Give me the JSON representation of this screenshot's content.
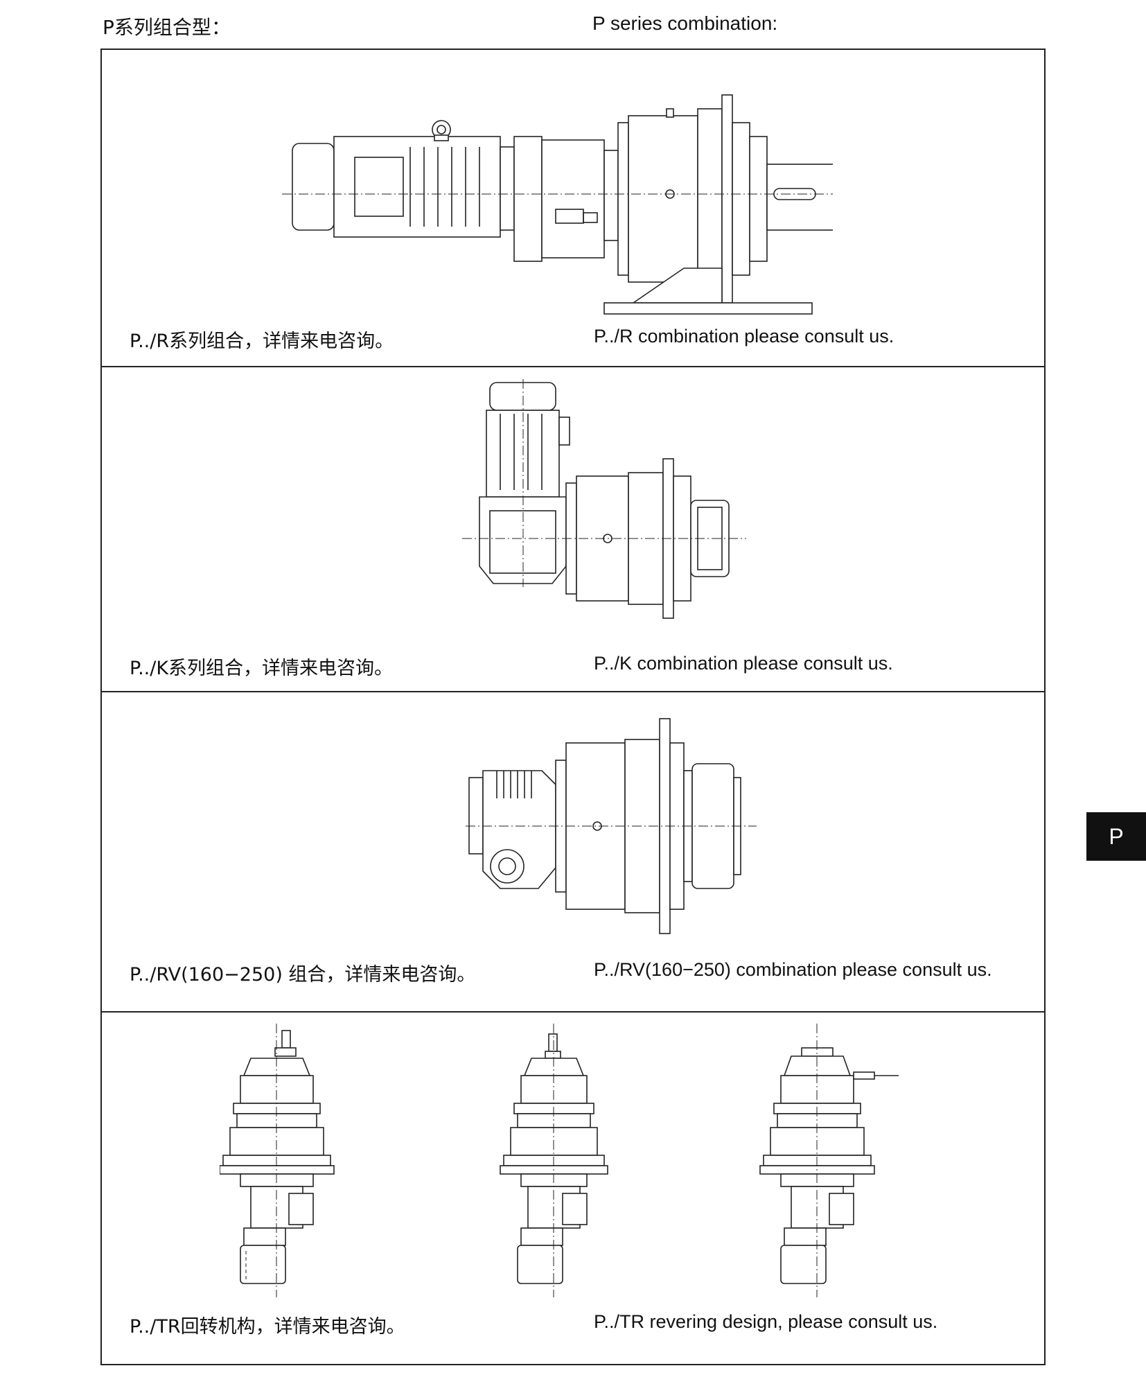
{
  "header": {
    "title_cn": "P系列组合型：",
    "title_en": "P series combination:"
  },
  "sections": [
    {
      "caption_cn": "P../R系列组合，详情来电咨询。",
      "caption_en": "P../R combination please consult us.",
      "drawing_icon": "p-r-gear-motor-drawing"
    },
    {
      "caption_cn": "P../K系列组合，详情来电咨询。",
      "caption_en": "P../K combination please consult us.",
      "drawing_icon": "p-k-gear-motor-drawing"
    },
    {
      "caption_cn": "P../RV(160−250) 组合，详情来电咨询。",
      "caption_en": "P../RV(160−250) combination please consult us.",
      "drawing_icon": "p-rv-gear-drawing"
    },
    {
      "caption_cn": "P../TR回转机构，详情来电咨询。",
      "caption_en": "P../TR revering design, please consult us.",
      "drawing_icon": "p-tr-slewing-drive-drawings"
    }
  ],
  "side_tab": {
    "label": "P"
  }
}
